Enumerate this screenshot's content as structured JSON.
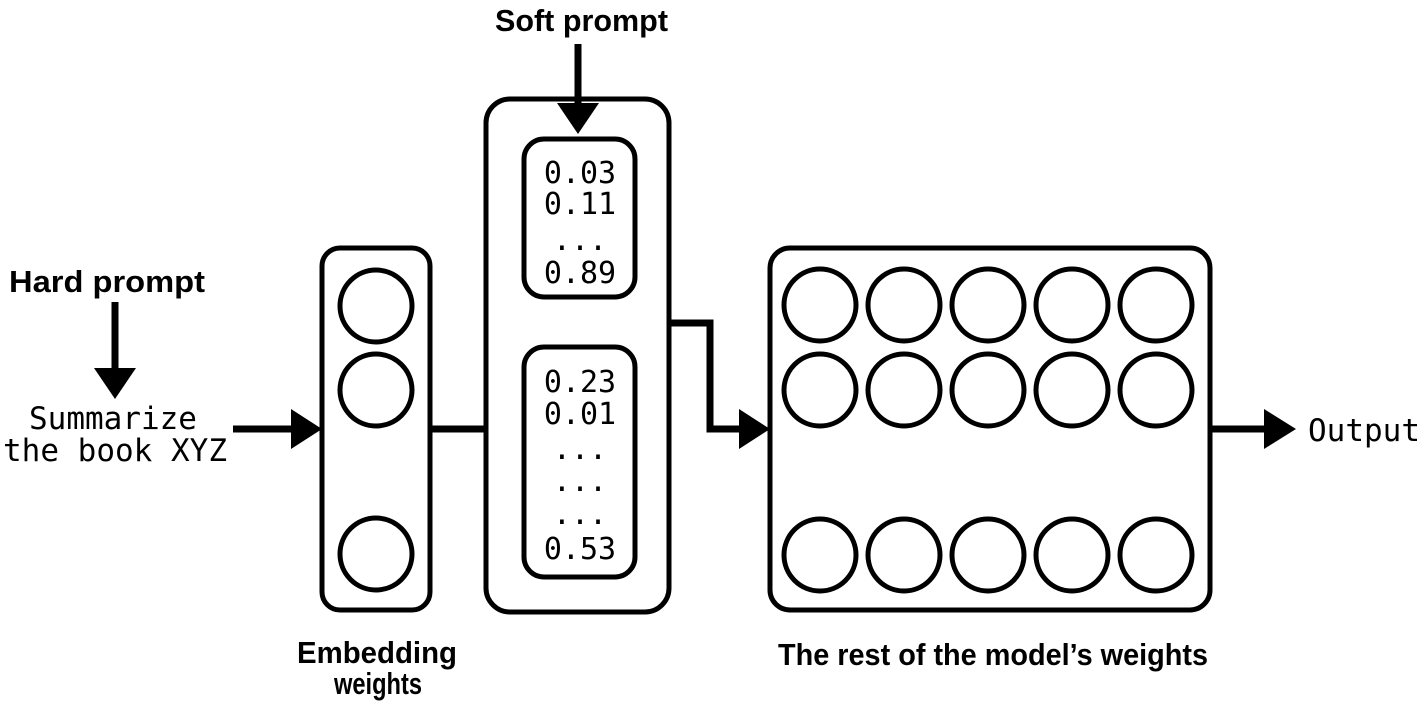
{
  "labels": {
    "hard_prompt": "Hard prompt",
    "soft_prompt": "Soft prompt",
    "embedding_line1": "Embedding",
    "embedding_line2": "weights",
    "model_weights": "The rest of the model’s weights",
    "output": "Output"
  },
  "hard_prompt_input": {
    "line1": "Summarize",
    "line2": "the book XYZ"
  },
  "soft_prompt_vector_top": [
    "0.03",
    "0.11",
    "...",
    "0.89"
  ],
  "soft_prompt_vector_bottom": [
    "0.23",
    "0.01",
    "...",
    "...",
    "...",
    "0.53"
  ],
  "colors": {
    "stroke": "#000000",
    "background": "#ffffff"
  }
}
